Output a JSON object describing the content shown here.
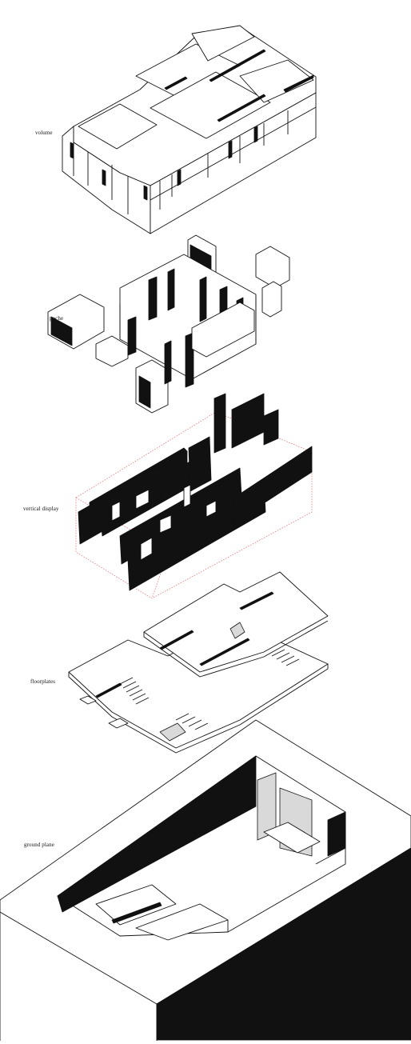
{
  "layers": [
    {
      "key": "volume",
      "label": "volume"
    },
    {
      "key": "poche",
      "label": "poche"
    },
    {
      "key": "vertical",
      "label": "vertical display"
    },
    {
      "key": "floorplates",
      "label": "floorplates"
    },
    {
      "key": "ground",
      "label": "ground plane"
    }
  ],
  "colors": {
    "ink": "#111111",
    "paper": "#ffffff",
    "guide": "#e06a6a",
    "shade": "#d9d9d9"
  }
}
